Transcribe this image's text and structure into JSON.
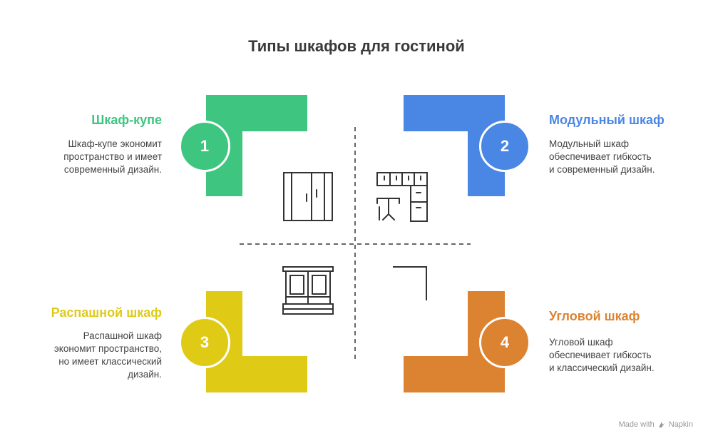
{
  "title": "Типы шкафов для гостиной",
  "quadrants": [
    {
      "number": "1",
      "title": "Шкаф-купе",
      "lines": [
        "Шкаф-купе экономит",
        "пространство и имеет",
        "современный дизайн."
      ],
      "color": "#3ec57f"
    },
    {
      "number": "2",
      "title": "Модульный шкаф",
      "lines": [
        "Модульный шкаф",
        "обеспечивает гибкость",
        "и современный дизайн."
      ],
      "color": "#4a86e4"
    },
    {
      "number": "3",
      "title": "Распашной шкаф",
      "lines": [
        "Распашной шкаф",
        "экономит пространство,",
        "но имеет классический",
        "дизайн."
      ],
      "color": "#dfcb16"
    },
    {
      "number": "4",
      "title": "Угловой шкаф",
      "lines": [
        "Угловой шкаф",
        "обеспечивает гибкость",
        "и классический дизайн."
      ],
      "color": "#dc8331"
    }
  ],
  "icons": [
    "sliding-wardrobe-icon",
    "modular-wardrobe-icon",
    "swing-wardrobe-icon",
    "corner-wardrobe-icon"
  ],
  "footer": {
    "prefix": "Made with",
    "brand": "Napkin"
  }
}
